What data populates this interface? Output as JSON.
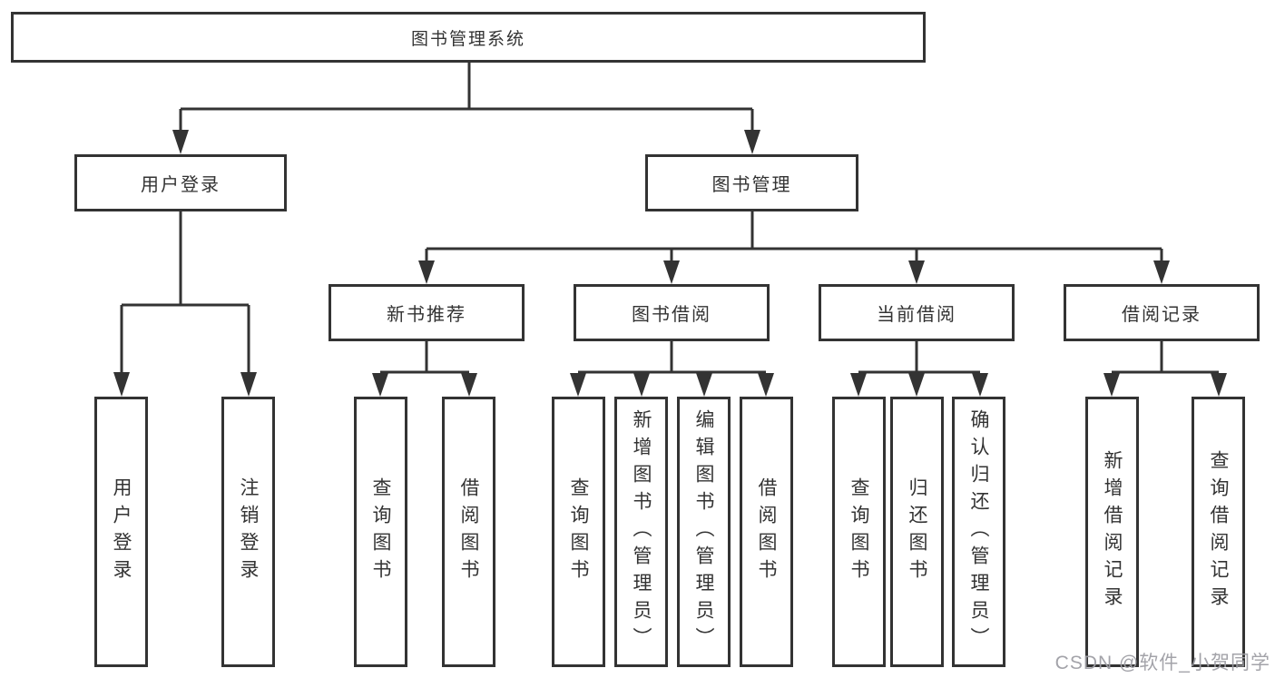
{
  "diagram": {
    "title": "图书管理系统",
    "root": {
      "label": "图书管理系统"
    },
    "level2": [
      {
        "id": "user-login",
        "label": "用户登录"
      },
      {
        "id": "book-management",
        "label": "图书管理"
      }
    ],
    "level3": [
      {
        "id": "new-book-recommend",
        "label": "新书推荐",
        "parent": "图书管理"
      },
      {
        "id": "book-borrow",
        "label": "图书借阅",
        "parent": "图书管理"
      },
      {
        "id": "current-borrow",
        "label": "当前借阅",
        "parent": "图书管理"
      },
      {
        "id": "borrow-records",
        "label": "借阅记录",
        "parent": "图书管理"
      }
    ],
    "user_login_children": [
      {
        "label": "用户登录"
      },
      {
        "label": "注销登录"
      }
    ],
    "new_book_children": [
      {
        "label": "查询图书"
      },
      {
        "label": "借阅图书"
      }
    ],
    "book_borrow_children": [
      {
        "label": "查询图书"
      },
      {
        "label": "新增图书（管理员）"
      },
      {
        "label": "编辑图书（管理员）"
      },
      {
        "label": "借阅图书"
      }
    ],
    "current_borrow_children": [
      {
        "label": "查询图书"
      },
      {
        "label": "归还图书"
      },
      {
        "label": "确认归还（管理员）"
      }
    ],
    "borrow_record_children": [
      {
        "label": "新增借阅记录"
      },
      {
        "label": "查询借阅记录"
      }
    ]
  },
  "watermark": {
    "text": "CSDN @软件_小贺同学"
  },
  "colors": {
    "line": "#333333",
    "box_border": "#333333",
    "text": "#333333",
    "background": "#ffffff",
    "watermark": "#9e9ea4"
  }
}
